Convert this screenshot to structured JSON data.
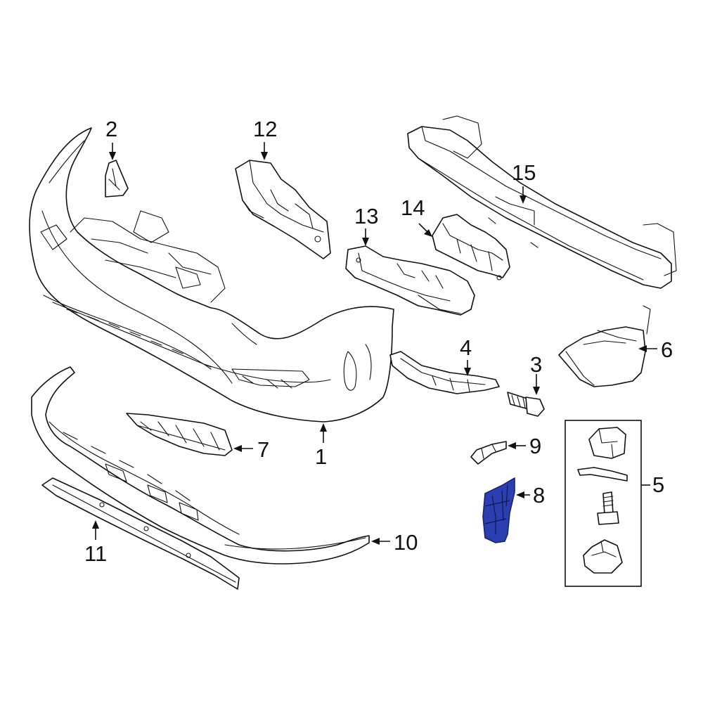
{
  "callouts": {
    "c1": "1",
    "c2": "2",
    "c3": "3",
    "c4": "4",
    "c5": "5",
    "c6": "6",
    "c7": "7",
    "c8": "8",
    "c9": "9",
    "c10": "10",
    "c11": "11",
    "c12": "12",
    "c13": "13",
    "c14": "14",
    "c15": "15"
  },
  "highlight_part": "8",
  "colors": {
    "highlight": "#2b3fb0",
    "line": "#111111",
    "background": "#ffffff"
  }
}
